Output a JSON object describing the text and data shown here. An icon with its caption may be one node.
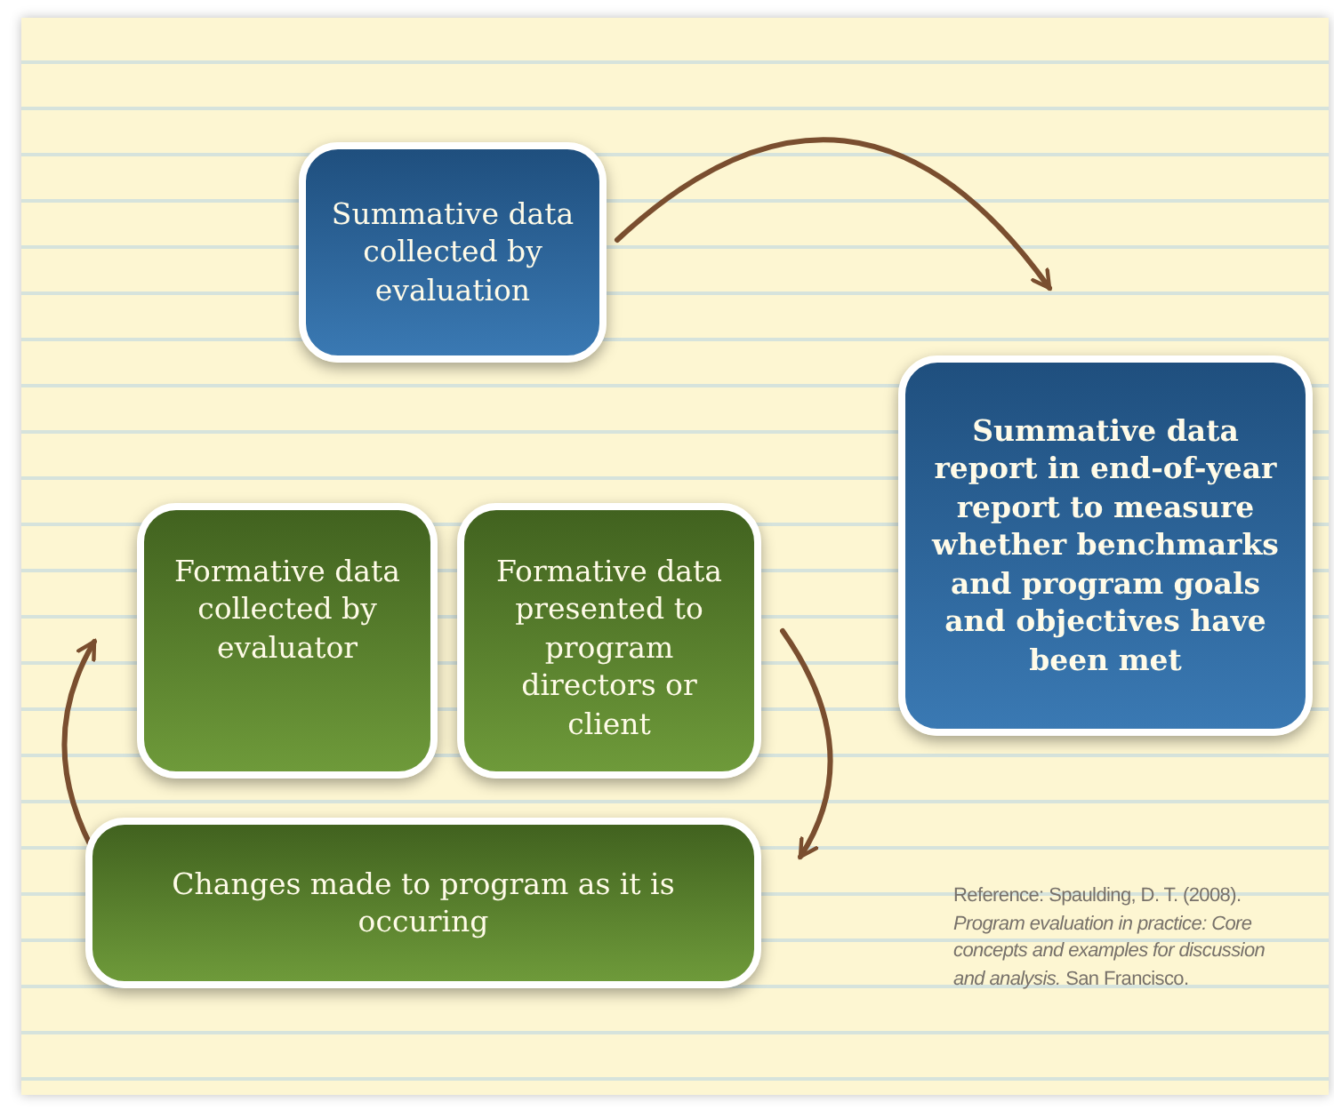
{
  "diagram": {
    "nodes": [
      {
        "text": [
          "Summative data collected by evaluation"
        ]
      },
      {
        "text": [
          "Summative data report in end-of-year report to measure whether benchmarks and program goals and objectives have been met"
        ]
      },
      {
        "text": [
          "Formative data collected by evaluator"
        ]
      },
      {
        "text": [
          "Formative data presented to program directors or client"
        ]
      },
      {
        "text": [
          "Changes made to program as it is occuring"
        ]
      }
    ],
    "edges": [
      {
        "from": 0,
        "to": 1,
        "arrow": "to"
      },
      {
        "from": 3,
        "to": 4,
        "arrow": "to"
      },
      {
        "from": 4,
        "to": 2,
        "arrow": "to"
      }
    ],
    "labels": [
      "Reference: Spaulding, D. T. (2008). *Program evaluation in practice: Core concepts and examples for discussion and analysis.* San Francisco."
    ]
  }
}
